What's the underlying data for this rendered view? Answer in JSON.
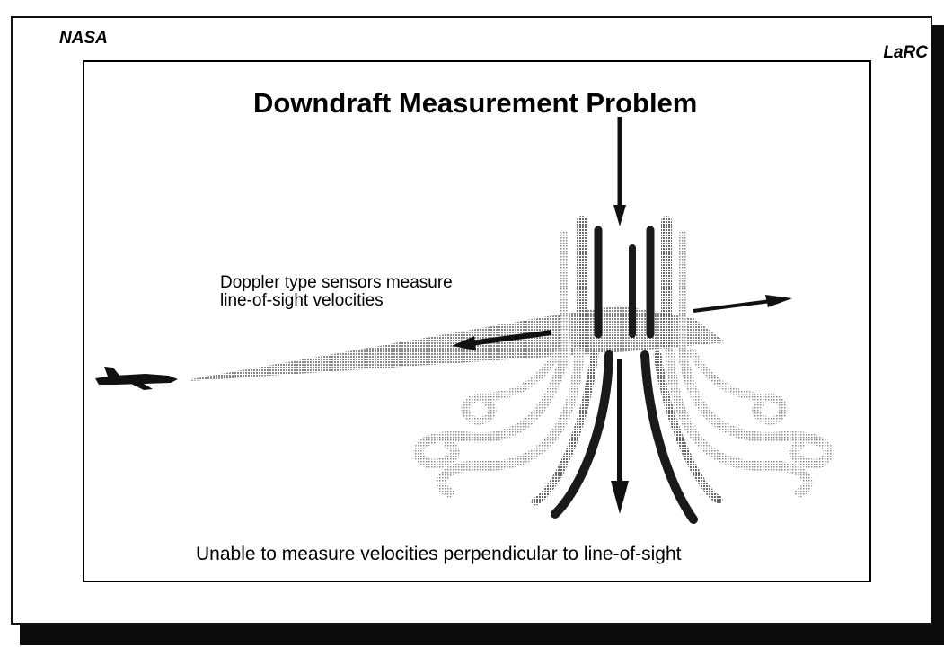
{
  "header": {
    "agency": "NASA",
    "center": "LaRC"
  },
  "slide": {
    "title": "Downdraft Measurement Problem",
    "sensor_note_line1": "Doppler type sensors measure",
    "sensor_note_line2": "line-of-sight velocities",
    "bottom_note": "Unable to measure velocities perpendicular to line-of-sight"
  },
  "colors": {
    "ink": "#111111",
    "beam": "#9a9a9a",
    "background": "#ffffff"
  }
}
